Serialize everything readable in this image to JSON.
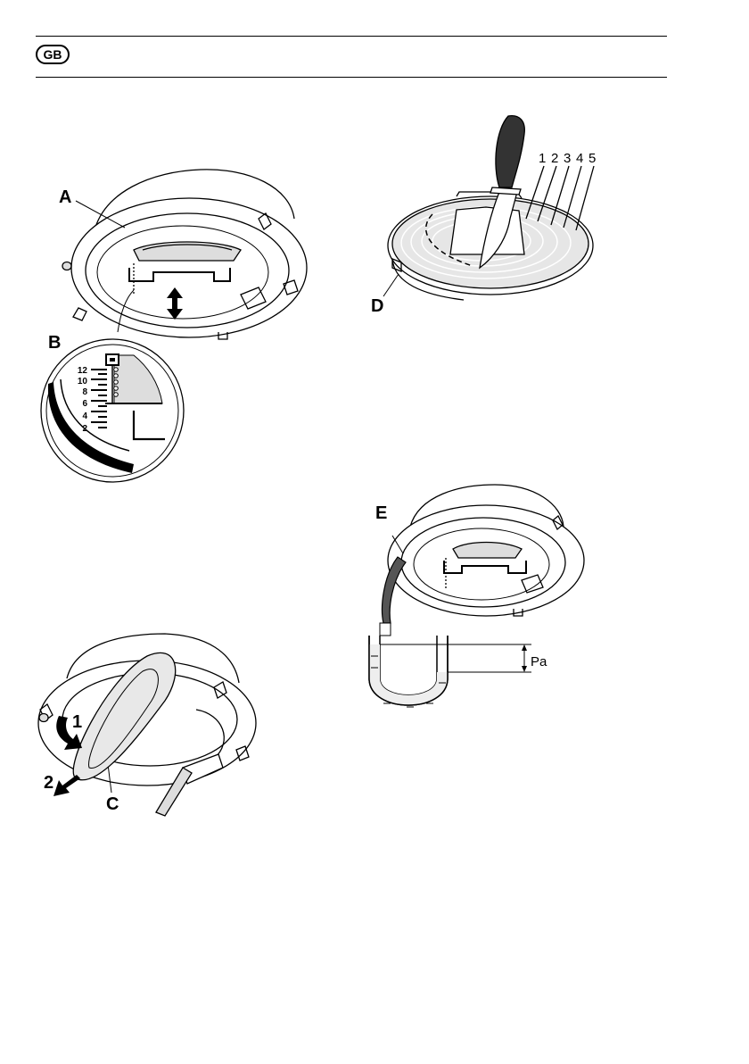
{
  "header": {
    "lang_badge": "GB"
  },
  "figure1": {
    "label_a": "A",
    "label_b": "B",
    "scale": [
      "12",
      "10",
      "8",
      "6",
      "4",
      "2"
    ]
  },
  "figure2": {
    "label_c": "C",
    "step_1": "1",
    "step_2": "2"
  },
  "figure3": {
    "label_d": "D",
    "rings": [
      "1",
      "2",
      "3",
      "4",
      "5"
    ]
  },
  "figure4": {
    "label_e": "E",
    "pressure_label": "Pa"
  }
}
